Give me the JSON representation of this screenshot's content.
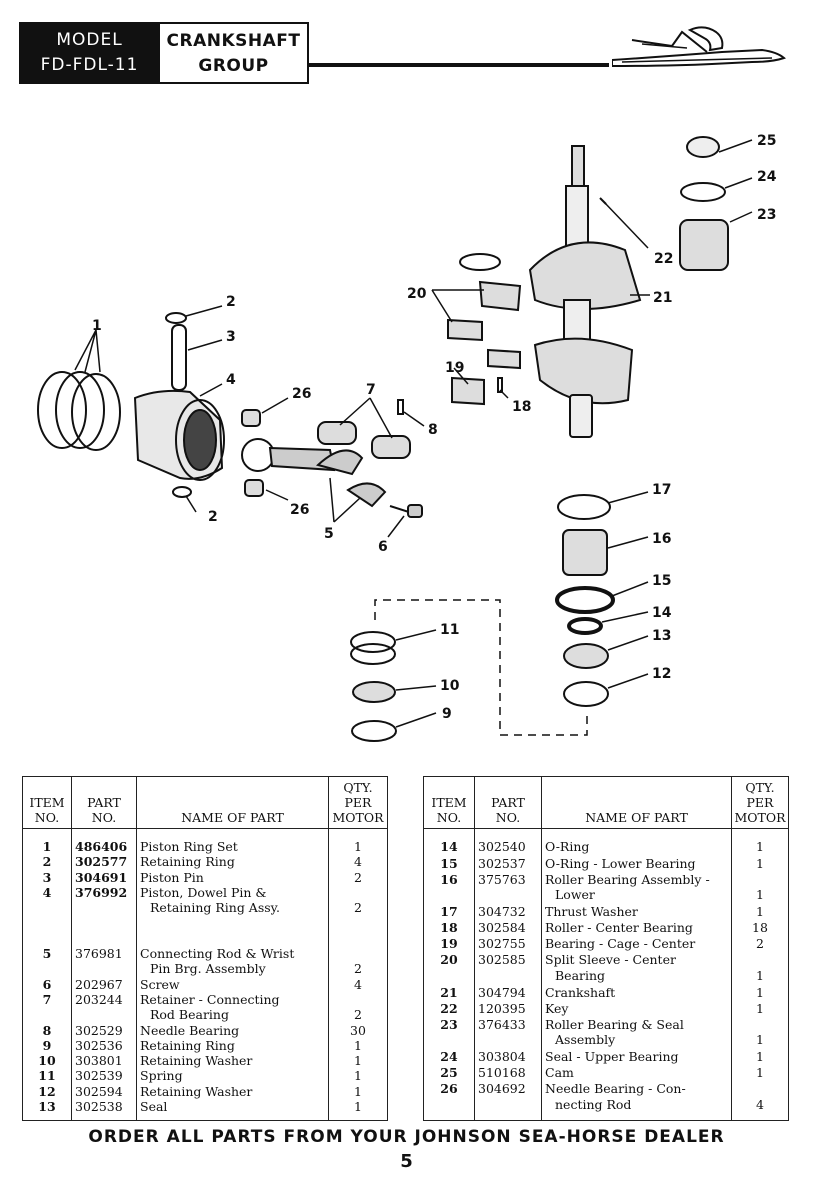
{
  "header": {
    "model_line1": "MODEL",
    "model_line2": "FD-FDL-11",
    "group_line1": "CRANKSHAFT",
    "group_line2": "GROUP"
  },
  "diagram_labels": {
    "l1": "1",
    "l2a": "2",
    "l2b": "2",
    "l3": "3",
    "l4": "4",
    "l5": "5",
    "l6": "6",
    "l7": "7",
    "l8": "8",
    "l9": "9",
    "l10": "10",
    "l11": "11",
    "l12": "12",
    "l13": "13",
    "l14": "14",
    "l15": "15",
    "l16": "16",
    "l17": "17",
    "l18": "18",
    "l19": "19",
    "l20": "20",
    "l21": "21",
    "l22": "22",
    "l23": "23",
    "l24": "24",
    "l25": "25",
    "l26a": "26",
    "l26b": "26"
  },
  "table_headers": {
    "item": [
      "ITEM",
      "NO."
    ],
    "part": [
      "PART",
      "NO."
    ],
    "name": "NAME OF PART",
    "qty": [
      "QTY.",
      "PER",
      "MOTOR"
    ]
  },
  "left_table": [
    {
      "item": "1",
      "part": "486406",
      "name": [
        "Piston Ring Set"
      ],
      "qty": "1",
      "bold": true
    },
    {
      "item": "2",
      "part": "302577",
      "name": [
        "Retaining Ring"
      ],
      "qty": "4",
      "bold": true
    },
    {
      "item": "3",
      "part": "304691",
      "name": [
        "Piston Pin"
      ],
      "qty": "2",
      "bold": true
    },
    {
      "item": "4",
      "part": "376992",
      "name": [
        "Piston, Dowel Pin &",
        "Retaining Ring Assy."
      ],
      "qty": "2",
      "bold": true
    },
    {
      "item": "",
      "part": "",
      "name": [
        ""
      ],
      "qty": ""
    },
    {
      "item": "",
      "part": "",
      "name": [
        ""
      ],
      "qty": ""
    },
    {
      "item": "5",
      "part": "376981",
      "name": [
        "Connecting Rod & Wrist",
        "Pin Brg. Assembly"
      ],
      "qty": "2"
    },
    {
      "item": "6",
      "part": "202967",
      "name": [
        "Screw"
      ],
      "qty": "4"
    },
    {
      "item": "7",
      "part": "203244",
      "name": [
        "Retainer - Connecting",
        "Rod Bearing"
      ],
      "qty": "2"
    },
    {
      "item": "8",
      "part": "302529",
      "name": [
        "Needle Bearing"
      ],
      "qty": "30"
    },
    {
      "item": "9",
      "part": "302536",
      "name": [
        "Retaining Ring"
      ],
      "qty": "1"
    },
    {
      "item": "10",
      "part": "303801",
      "name": [
        "Retaining Washer"
      ],
      "qty": "1"
    },
    {
      "item": "11",
      "part": "302539",
      "name": [
        "Spring"
      ],
      "qty": "1"
    },
    {
      "item": "12",
      "part": "302594",
      "name": [
        "Retaining Washer"
      ],
      "qty": "1"
    },
    {
      "item": "13",
      "part": "302538",
      "name": [
        "Seal"
      ],
      "qty": "1"
    }
  ],
  "right_table": [
    {
      "item": "14",
      "part": "302540",
      "name": [
        "O-Ring"
      ],
      "qty": "1"
    },
    {
      "item": "15",
      "part": "302537",
      "name": [
        "O-Ring - Lower Bearing"
      ],
      "qty": "1"
    },
    {
      "item": "16",
      "part": "375763",
      "name": [
        "Roller Bearing Assembly -",
        "Lower"
      ],
      "qty": "1"
    },
    {
      "item": "17",
      "part": "304732",
      "name": [
        "Thrust Washer"
      ],
      "qty": "1"
    },
    {
      "item": "18",
      "part": "302584",
      "name": [
        "Roller - Center Bearing"
      ],
      "qty": "18"
    },
    {
      "item": "19",
      "part": "302755",
      "name": [
        "Bearing - Cage - Center"
      ],
      "qty": "2"
    },
    {
      "item": "20",
      "part": "302585",
      "name": [
        "Split Sleeve - Center",
        "Bearing"
      ],
      "qty": "1"
    },
    {
      "item": "21",
      "part": "304794",
      "name": [
        "Crankshaft"
      ],
      "qty": "1"
    },
    {
      "item": "22",
      "part": "120395",
      "name": [
        "Key"
      ],
      "qty": "1"
    },
    {
      "item": "23",
      "part": "376433",
      "name": [
        "Roller Bearing & Seal",
        "Assembly"
      ],
      "qty": "1"
    },
    {
      "item": "24",
      "part": "303804",
      "name": [
        "Seal - Upper Bearing"
      ],
      "qty": "1"
    },
    {
      "item": "25",
      "part": "510168",
      "name": [
        "Cam"
      ],
      "qty": "1"
    },
    {
      "item": "26",
      "part": "304692",
      "name": [
        "Needle Bearing - Con-",
        "necting Rod"
      ],
      "qty": "4"
    }
  ],
  "footer": "ORDER ALL PARTS FROM YOUR JOHNSON SEA-HORSE DEALER",
  "page_number": "5"
}
